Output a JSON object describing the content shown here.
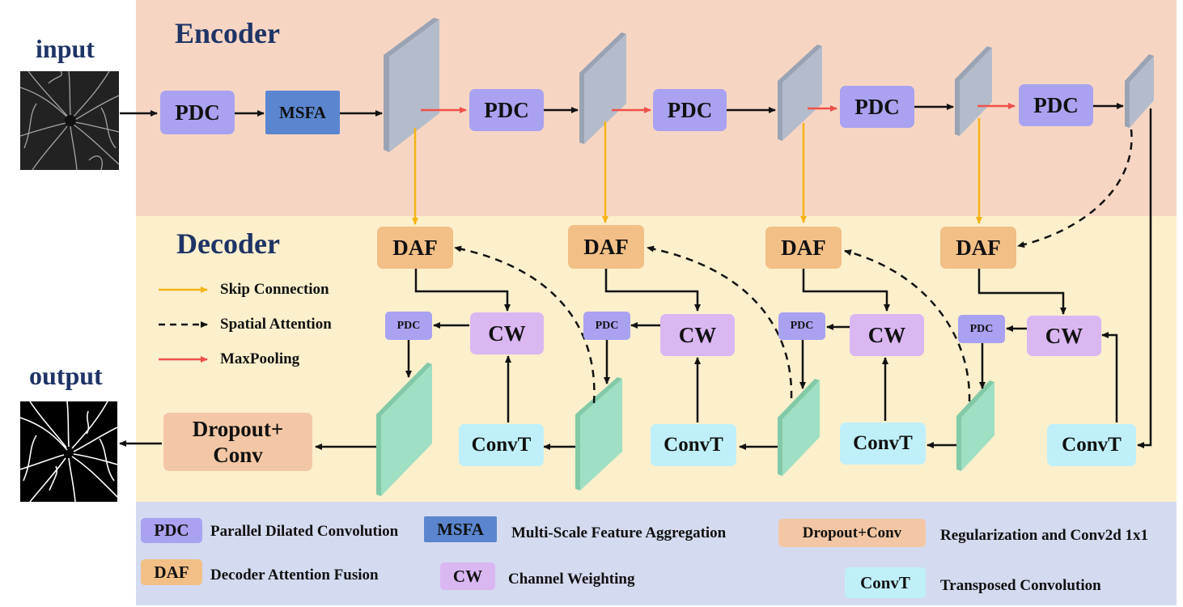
{
  "sections": {
    "encoder": "Encoder",
    "decoder": "Decoder"
  },
  "io": {
    "input": "input",
    "output": "output"
  },
  "encoder_blocks": {
    "pdc": "PDC",
    "msfa": "MSFA"
  },
  "decoder_blocks": {
    "daf": "DAF",
    "cw": "CW",
    "pdc_small": "PDC",
    "convt": "ConvT",
    "dropout_line1": "Dropout+",
    "dropout_line2": "Conv"
  },
  "legend_arrows": [
    {
      "label": "Skip Connection",
      "color": "#f5b316"
    },
    {
      "label": "Spatial Attention",
      "color": "#111111"
    },
    {
      "label": "MaxPooling",
      "color": "#f0504a"
    }
  ],
  "legend": {
    "pdc": {
      "abbr": "PDC",
      "desc": "Parallel Dilated Convolution"
    },
    "msfa": {
      "abbr": "MSFA",
      "desc": "Multi-Scale Feature Aggregation"
    },
    "dropout": {
      "abbr": "Dropout+Conv",
      "desc": "Regularization and Conv2d 1x1"
    },
    "daf": {
      "abbr": "DAF",
      "desc": "Decoder Attention Fusion"
    },
    "cw": {
      "abbr": "CW",
      "desc": "Channel Weighting"
    },
    "convt": {
      "abbr": "ConvT",
      "desc": "Transposed Convolution"
    }
  },
  "colors": {
    "encoder_bg": "#f6d6c3",
    "decoder_bg": "#fcefcc",
    "legend_bg": "#d4daf0",
    "pdc": "#a9a2f1",
    "msfa": "#5b86cf",
    "daf": "#f2bf86",
    "cw": "#dbb7f2",
    "convt": "#bff0fa",
    "dropout": "#f3c7a5",
    "enc_feature": "#b4bccb",
    "dec_feature": "#9fdfc3",
    "skip": "#f5b316",
    "maxpool": "#f0504a",
    "title": "#1f3466"
  }
}
